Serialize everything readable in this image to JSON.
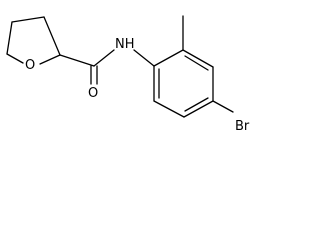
{
  "structure": {
    "atoms": {
      "oxygen_ring": "O",
      "oxygen_carbonyl": "O",
      "nitrogen_amide": "NH",
      "bromine": "Br"
    }
  }
}
